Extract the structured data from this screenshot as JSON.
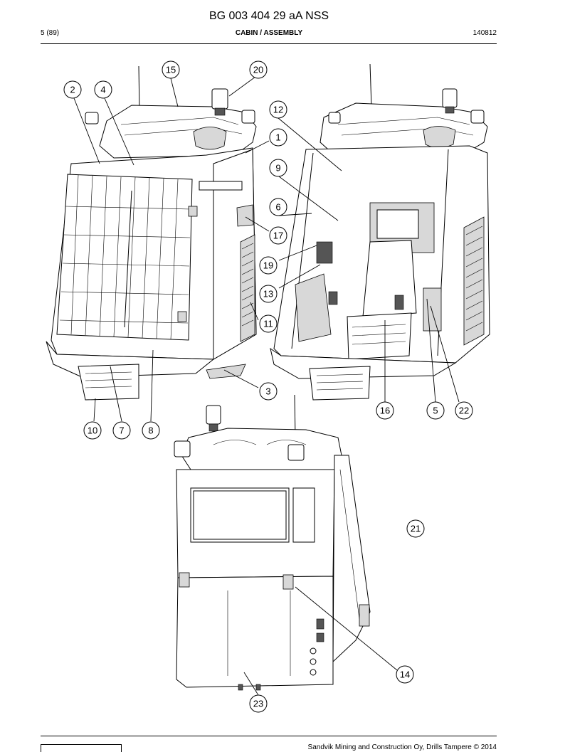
{
  "header": {
    "doc_title": "BG 003 404 29 aA NSS",
    "page": "5 (89)",
    "section": "CABIN / ASSEMBLY",
    "code": "140812"
  },
  "footer": {
    "copyright": "Sandvik Mining and Construction Oy, Drills Tampere © 2014"
  },
  "callouts": {
    "c1": "1",
    "c2": "2",
    "c3": "3",
    "c4": "4",
    "c5": "5",
    "c6": "6",
    "c7": "7",
    "c8": "8",
    "c9": "9",
    "c10": "10",
    "c11": "11",
    "c12": "12",
    "c13": "13",
    "c14": "14",
    "c15": "15",
    "c16": "16",
    "c17": "17",
    "c19": "19",
    "c20": "20",
    "c21": "21",
    "c22": "22",
    "c23": "23"
  }
}
